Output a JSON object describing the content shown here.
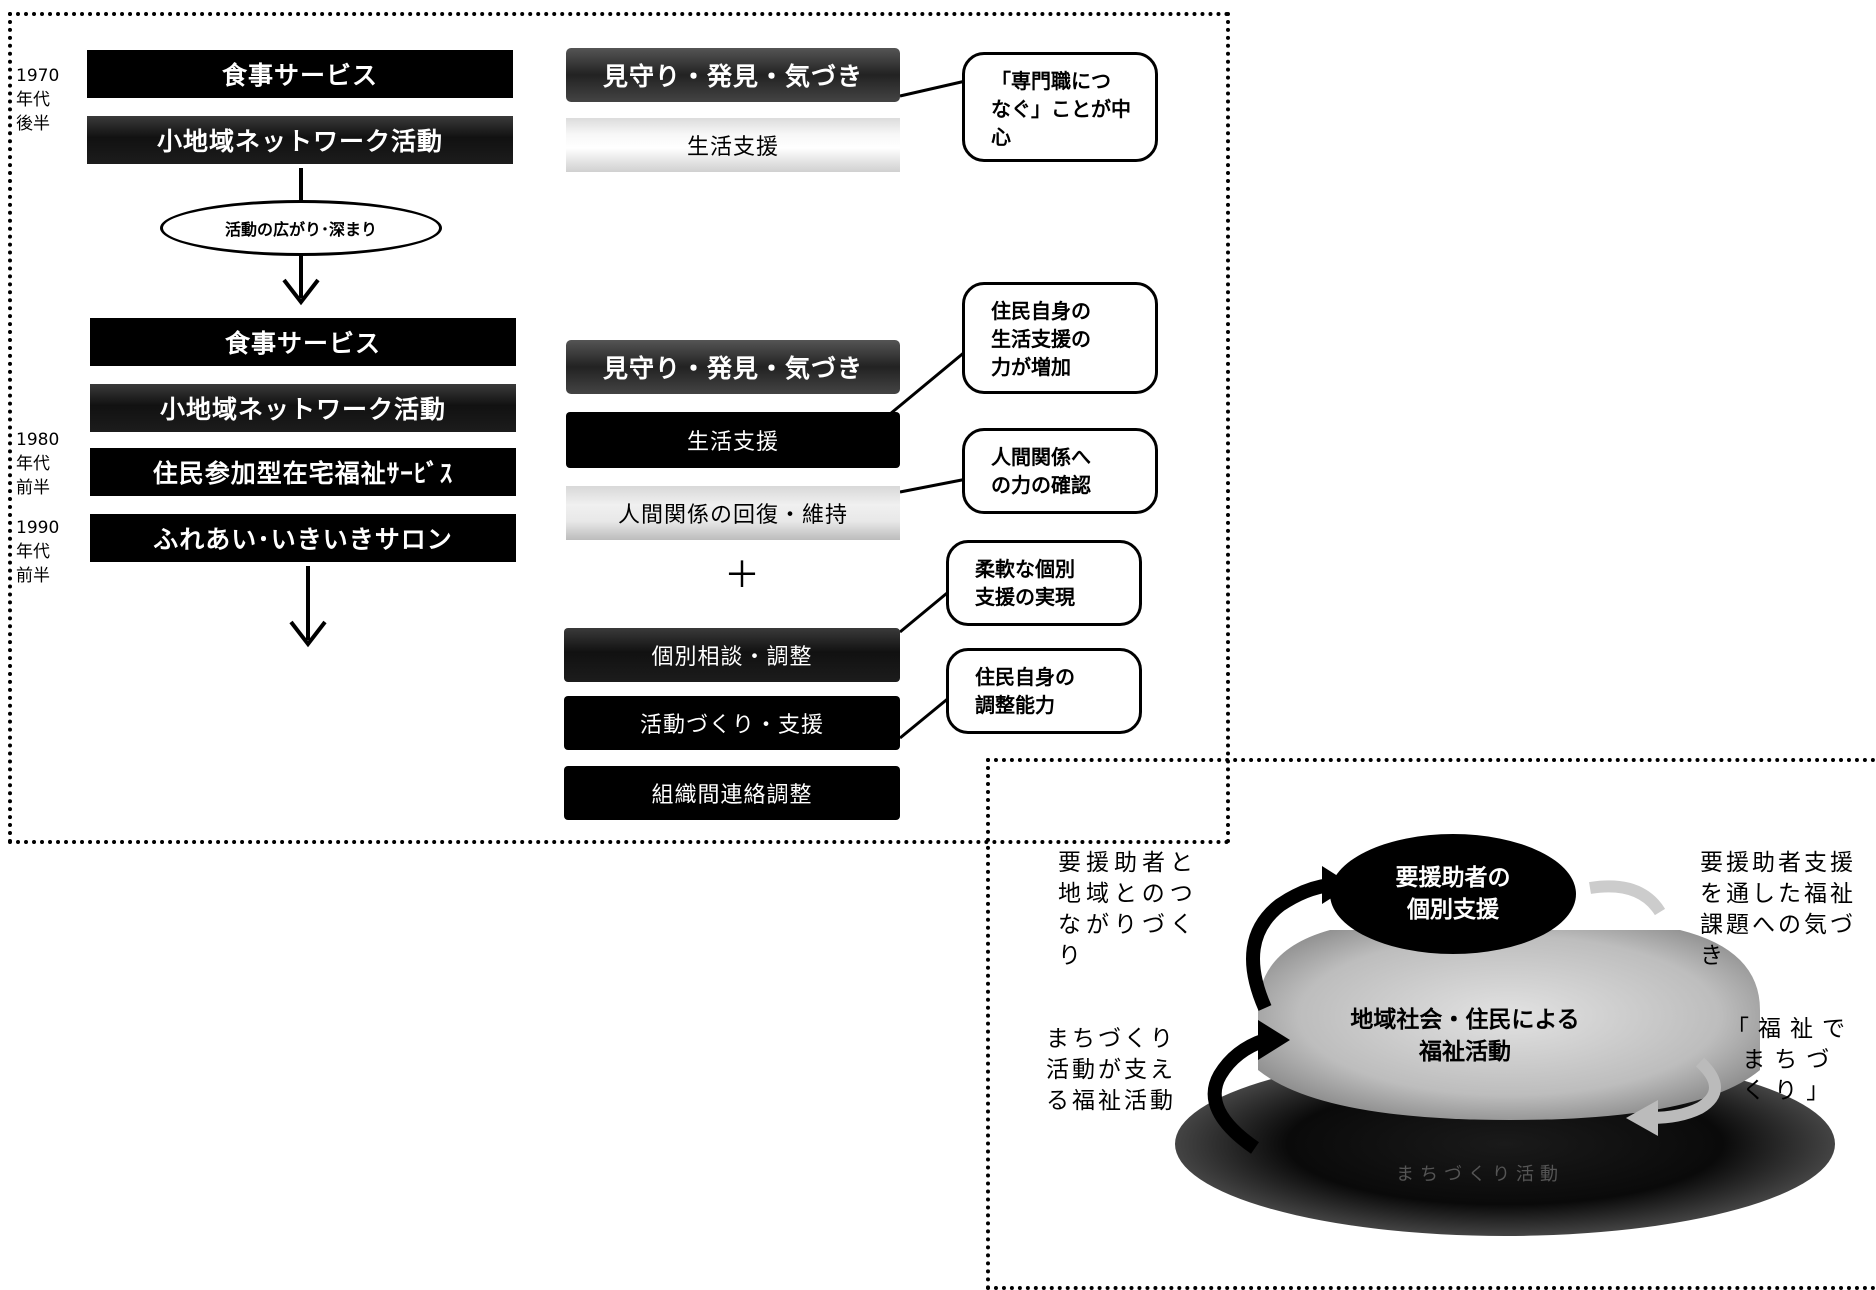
{
  "years": {
    "y1970": "1970\n年代\n後半",
    "y1980": "1980\n年代\n前半",
    "y1990": "1990\n年代\n前半"
  },
  "left_top": {
    "bar1": "食事サービス",
    "bar2": "小地域ネットワーク活動",
    "transition": "活動の広がり･深まり"
  },
  "left_bottom": {
    "bar1": "食事サービス",
    "bar2": "小地域ネットワーク活動",
    "bar3": "住民参加型在宅福祉ｻｰﾋﾞｽ",
    "bar4": "ふれあい･いきいきサロン"
  },
  "right_top": {
    "bar1": "見守り・発見・気づき",
    "bar2": "生活支援",
    "callout": "「専門職につ\nなぐ」ことが中\n心"
  },
  "right_bottom": {
    "bar1": "見守り・発見・気づき",
    "bar2": "生活支援",
    "bar3": "人間関係の回復・維持",
    "plus": "＋",
    "bar4": "個別相談・調整",
    "bar5": "活動づくり・支援",
    "bar6": "組織間連絡調整"
  },
  "callouts": {
    "c2": "住民自身の\n生活支援の\n力が増加",
    "c3": "人間関係へ\nの力の確認",
    "c4": "柔軟な個別\n支援の実現",
    "c5": "住民自身の\n調整能力"
  },
  "layer_diagram": {
    "top_oval_line1": "要援助者の",
    "top_oval_line2": "個別支援",
    "middle_line1": "地域社会・住民による",
    "middle_line2": "福祉活動",
    "base_label": "まちづくり活動",
    "left_top_text": "要援助者と\n地域とのつ\nながりづく\nり",
    "right_top_text": "要援助者支援\nを通した福祉\n課題への気づ\nき",
    "left_bottom_text": "まちづくり\n活動が支え\nる福祉活動",
    "right_bottom_text": "「福祉で\n まちづ\n くり」"
  },
  "colors": {
    "ink": "#000000",
    "paper": "#ffffff"
  }
}
